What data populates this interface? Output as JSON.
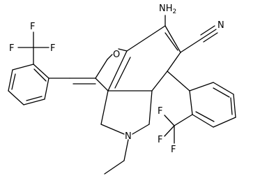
{
  "structure": {
    "atom_labels": {
      "amine": "NH",
      "amine_subscript": "2",
      "nitrile_nitrogen": "N",
      "ring_oxygen": "O",
      "ring_nitrogen": "N",
      "fluorines": [
        "F",
        "F",
        "F",
        "F",
        "F",
        "F"
      ]
    }
  }
}
